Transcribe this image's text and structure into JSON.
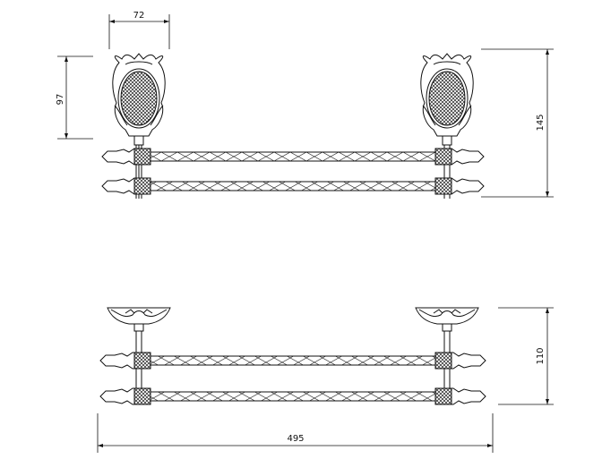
{
  "dimensions": {
    "bracket_width": "72",
    "bracket_height": "97",
    "front_height": "145",
    "top_depth": "110",
    "overall_length": "495"
  },
  "views": [
    "front-view",
    "top-view"
  ]
}
